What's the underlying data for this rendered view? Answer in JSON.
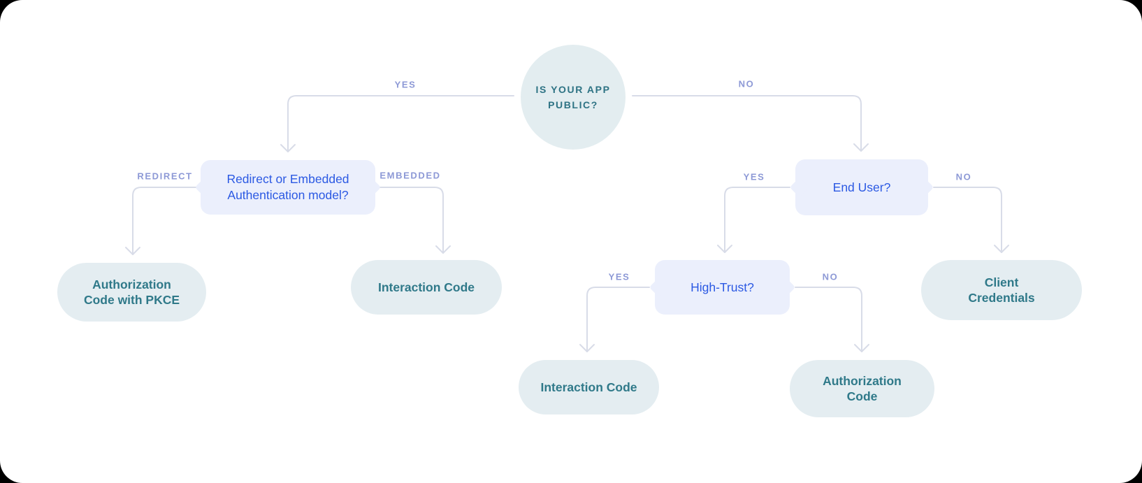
{
  "flowchart": {
    "root": {
      "lines": [
        "IS YOUR APP",
        "PUBLIC?"
      ]
    },
    "decisions": {
      "redirect_or_embedded": {
        "lines": [
          "Redirect or Embedded",
          "Authentication model?"
        ]
      },
      "end_user": {
        "lines": [
          "End User?"
        ]
      },
      "high_trust": {
        "lines": [
          "High-Trust?"
        ]
      }
    },
    "results": {
      "authorization_code_with_pkce": {
        "lines": [
          "Authorization",
          "Code with PKCE"
        ]
      },
      "interaction_code_embedded": {
        "lines": [
          "Interaction Code"
        ]
      },
      "interaction_code_high_trust": {
        "lines": [
          "Interaction Code"
        ]
      },
      "authorization_code": {
        "lines": [
          "Authorization",
          "Code"
        ]
      },
      "client_credentials": {
        "lines": [
          "Client",
          "Credentials"
        ]
      }
    },
    "edge_labels": {
      "root_yes": "YES",
      "root_no": "NO",
      "redirect": "REDIRECT",
      "embedded": "EMBEDDED",
      "end_user_yes": "YES",
      "end_user_no": "NO",
      "high_trust_yes": "YES",
      "high_trust_no": "NO"
    },
    "colors": {
      "page_background": "#000000",
      "card_background": "#ffffff",
      "question_circle_fill": "#e3edf0",
      "question_circle_text": "#2e7384",
      "decision_fill": "#ebeffc",
      "decision_text": "#2b59e3",
      "result_fill": "#e4edf1",
      "result_text": "#2f7989",
      "edge_label_text": "#8d99d6",
      "connector_line": "#d8dce8"
    }
  }
}
